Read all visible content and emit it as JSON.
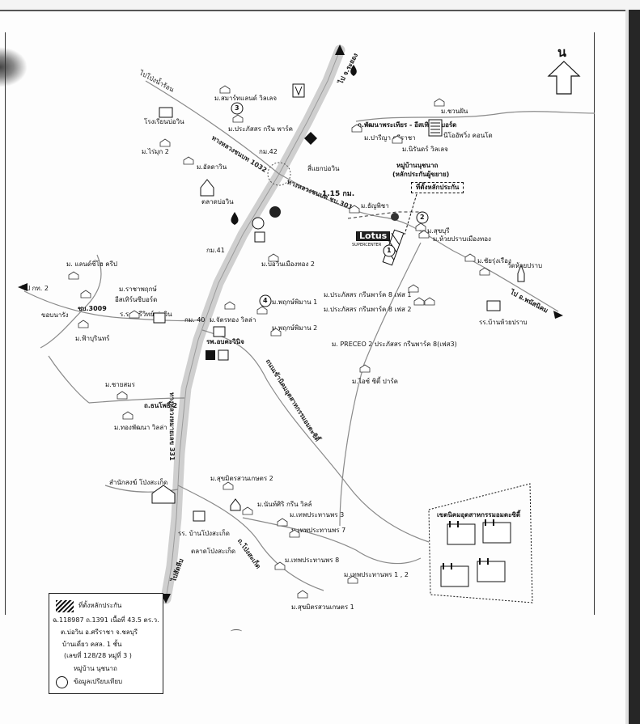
{
  "map": {
    "north_label": "น",
    "places": {
      "pong_nam_ron": "ไปโป่งน้ำร้อน",
      "smart_land": "ม.สมาร์ทแลนด์ วิลเลจ",
      "khao_hin": "ม.ชวนฝัน",
      "pattaya": "ไป จ.ระยอง",
      "school_bo_win": "โรงเรียนบ่อวิน",
      "phuk_cholatharn": "ม.ไร่มุก 2",
      "rd_1032": "ทางหลวงชนบท 1032",
      "pruksa_rd": "ถ.พัฒนาพระเทียร - อีสเทิร์นซีบอร์ด",
      "prakasit_green": "ม.ประภัสสร กรีน พาร์ค",
      "pruksa_sriracha": "ม.ปารีญา ศรีราชา",
      "residence_condo": "นีโออัพวิ่ง คอนโด",
      "nirun_village": "ม.นิรันดร์ วิลเลจ",
      "km42": "กม.42",
      "sirin": "ม.อัลดาวิน",
      "intersection": "สี่แยกบ่อวิน",
      "project_label": "หมู่บ้านนุชนาถ",
      "project_sub": "(หลักประกันผู้ขยาย)",
      "collateral_box": "ที่ตั้งหลักประกัน",
      "market_bowin": "ตลาดบ่อวิน",
      "km_115": "1.15 กม.",
      "rd_3013": "ทางหลวงชนบท ชบ.3013",
      "thanya": "ม.ธัญพิชา",
      "suk_buri": "ม.สุขบุรี",
      "huai_prap": "ม.ห้วยปราบเมืองทอง",
      "lotus": "Lotus",
      "lotus_sub": "SUPERCENTER",
      "km41": "กม.41",
      "bowin_muangthong2": "ม.บ่อวินเมืองทอง 2",
      "chai_rungruang": "ม.ชัยรุ่งเรือง",
      "wat_huai_prap": "วัดห้วยปราบ",
      "to_chonburi": "ไป อ.พนัสนิคม",
      "school_huai_prap": "รร.บ้านห้วยปราบ",
      "to_rayong2": "ไป กท. 2",
      "thanasiri_creek": "ม. แลนด์ซี่โฮ ครีป",
      "rachapruek": "ม.ราชาพฤกษ์",
      "eastern_seaboard": "อีสเทิร์นซีบอร์ด",
      "rd_3009": "ชบ.3009",
      "khlong_kram": "ขอบนารัง",
      "phrao_rd": "ร.ร.มารีวิทย์ บ่อวิน",
      "phupirun": "ม.ฟ้าบุรินทร์",
      "km40": "กม. 40",
      "chatrthong": "ม.จัตรทอง วิลล่า",
      "prakasit8_1": "ม.ประภัสสร กรีนพาร์ค 8 เฟส 1",
      "prakasit8_2": "ม.ประภัสสร กรีนพาร์ค 8 เฟส 2",
      "pruksa1": "ม.พฤกษ์พิมาน 1",
      "pruksa2": "ม.พฤกษ์พิมาน 2",
      "hospital": "รพ.อบคะวินิจ",
      "preceo": "ม. PRECEO 2 ประภัสสร กรีนพาร์ค 8(เฟส3)",
      "icity": "ม.ไอซ์ ซิตี้ ปาร์ค",
      "chaisamorn": "ม.ชายสมร",
      "rd_331": "ทางหลวงหมายเลข 331",
      "pinthai": "ถ.ธนโพธิ์ 2",
      "thongpatthana": "ม.ทองพัฒนา วิลล่า",
      "estate_rd": "ถนนเข้านิคมอุตสาหกรรมอมตะซิตี้",
      "monastery": "สำนักสงฆ์ โป่งสะเก็ด",
      "suk_mitr2": "ม.สุขมิตรสวนเกษตร 2",
      "nanthasiri": "ม.นันท์ศิริ กรีน วิลล์",
      "thepprathan3": "ม.เทพประทานพร 3",
      "thepprathan7": "ม.เทพประทานพร 7",
      "school_pong": "รร. บ้านโป่งสะเก็ด",
      "pong_market": "ตลาดโป่งสะเก็ด",
      "thepprathan8": "ม.เทพประทานพร 8",
      "pongsaket_rd": "ถ.โป่งสะเก็ด",
      "thepprathan12": "ม.เทพประทานพร 1 , 2",
      "suk_mitr1": "ม.สุขมิตรสวนเกษตร 1",
      "to_sattahip": "ไปสัตหีบ",
      "estate_name": "เขตนิคมอุตสาหกรรมอมตะซิตี้",
      "numbers": [
        "1",
        "2",
        "3",
        "4"
      ]
    },
    "legend": {
      "collateral": "ที่ตั้งหลักประกัน",
      "deed": "ฉ.118987 ถ.1391 เนื้อที่ 43.5 ตร.ว.",
      "location": "ต.บ่อวิน อ.ศรีราชา จ.ชลบุรี",
      "building": "บ้านเดี่ยว คสล. 1 ชั้น",
      "house_no": "(เลขที่ 128/28 หมู่ที่ 3 )",
      "village": "หมู่บ้าน นุชนาถ",
      "comparable": "ข้อมูลเปรียบเทียบ"
    },
    "colors": {
      "main_road": "#c8c8c8",
      "road_line": "#8a8a8a",
      "ink": "#111111"
    }
  }
}
